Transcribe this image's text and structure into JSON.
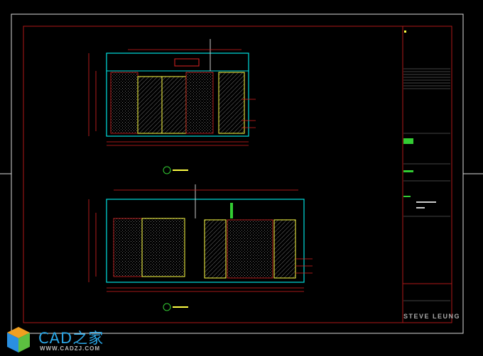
{
  "titleblock": {
    "designer": "STEVE LEUNG"
  },
  "watermark": {
    "title": "CAD之家",
    "url": "WWW.CADZJ.COM"
  },
  "colors": {
    "background": "#000000",
    "frame": "#b01818",
    "wall": "#00e0e0",
    "dim": "#ff2020",
    "accent": "#ffff40",
    "green": "#30e030"
  }
}
